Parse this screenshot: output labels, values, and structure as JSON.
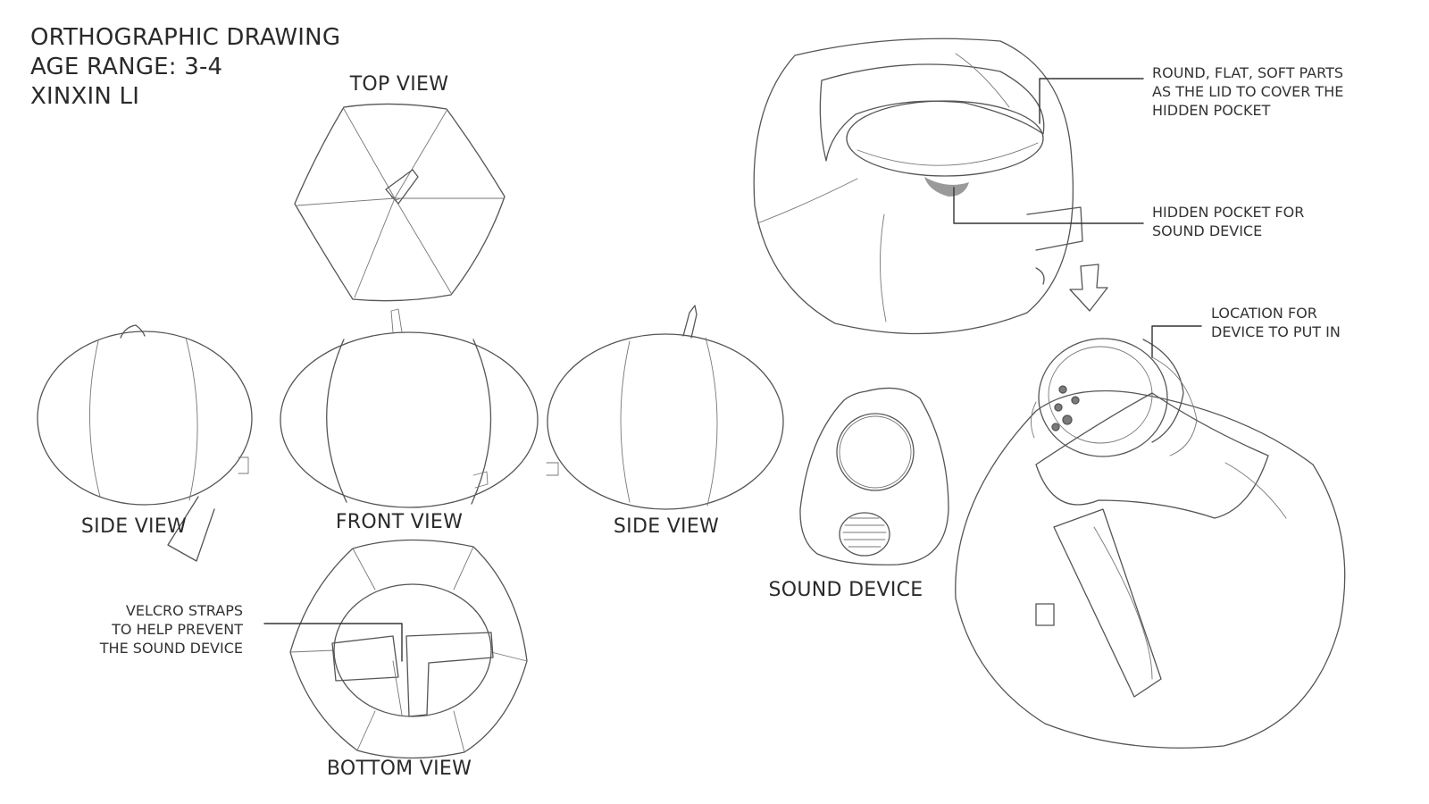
{
  "title": {
    "line1": "ORTHOGRAPHIC DRAWING",
    "line2": "AGE RANGE: 3-4",
    "line3": "XINXIN LI"
  },
  "view_labels": {
    "top": "TOP VIEW",
    "side_left": "SIDE VIEW",
    "front": "FRONT VIEW",
    "side_right": "SIDE VIEW",
    "bottom": "BOTTOM VIEW",
    "sound_device": "SOUND DEVICE"
  },
  "annotations": {
    "lid": [
      "ROUND, FLAT, SOFT PARTS",
      "AS THE LID TO COVER THE",
      "HIDDEN POCKET"
    ],
    "pocket": [
      "HIDDEN POCKET FOR",
      "SOUND DEVICE"
    ],
    "location": [
      "LOCATION FOR",
      "DEVICE TO PUT IN"
    ],
    "velcro": [
      "VELCRO STRAPS",
      "TO HELP PREVENT",
      "THE SOUND DEVICE"
    ]
  },
  "colors": {
    "line": "#555555",
    "text": "#2a2a2a",
    "background": "#ffffff"
  }
}
